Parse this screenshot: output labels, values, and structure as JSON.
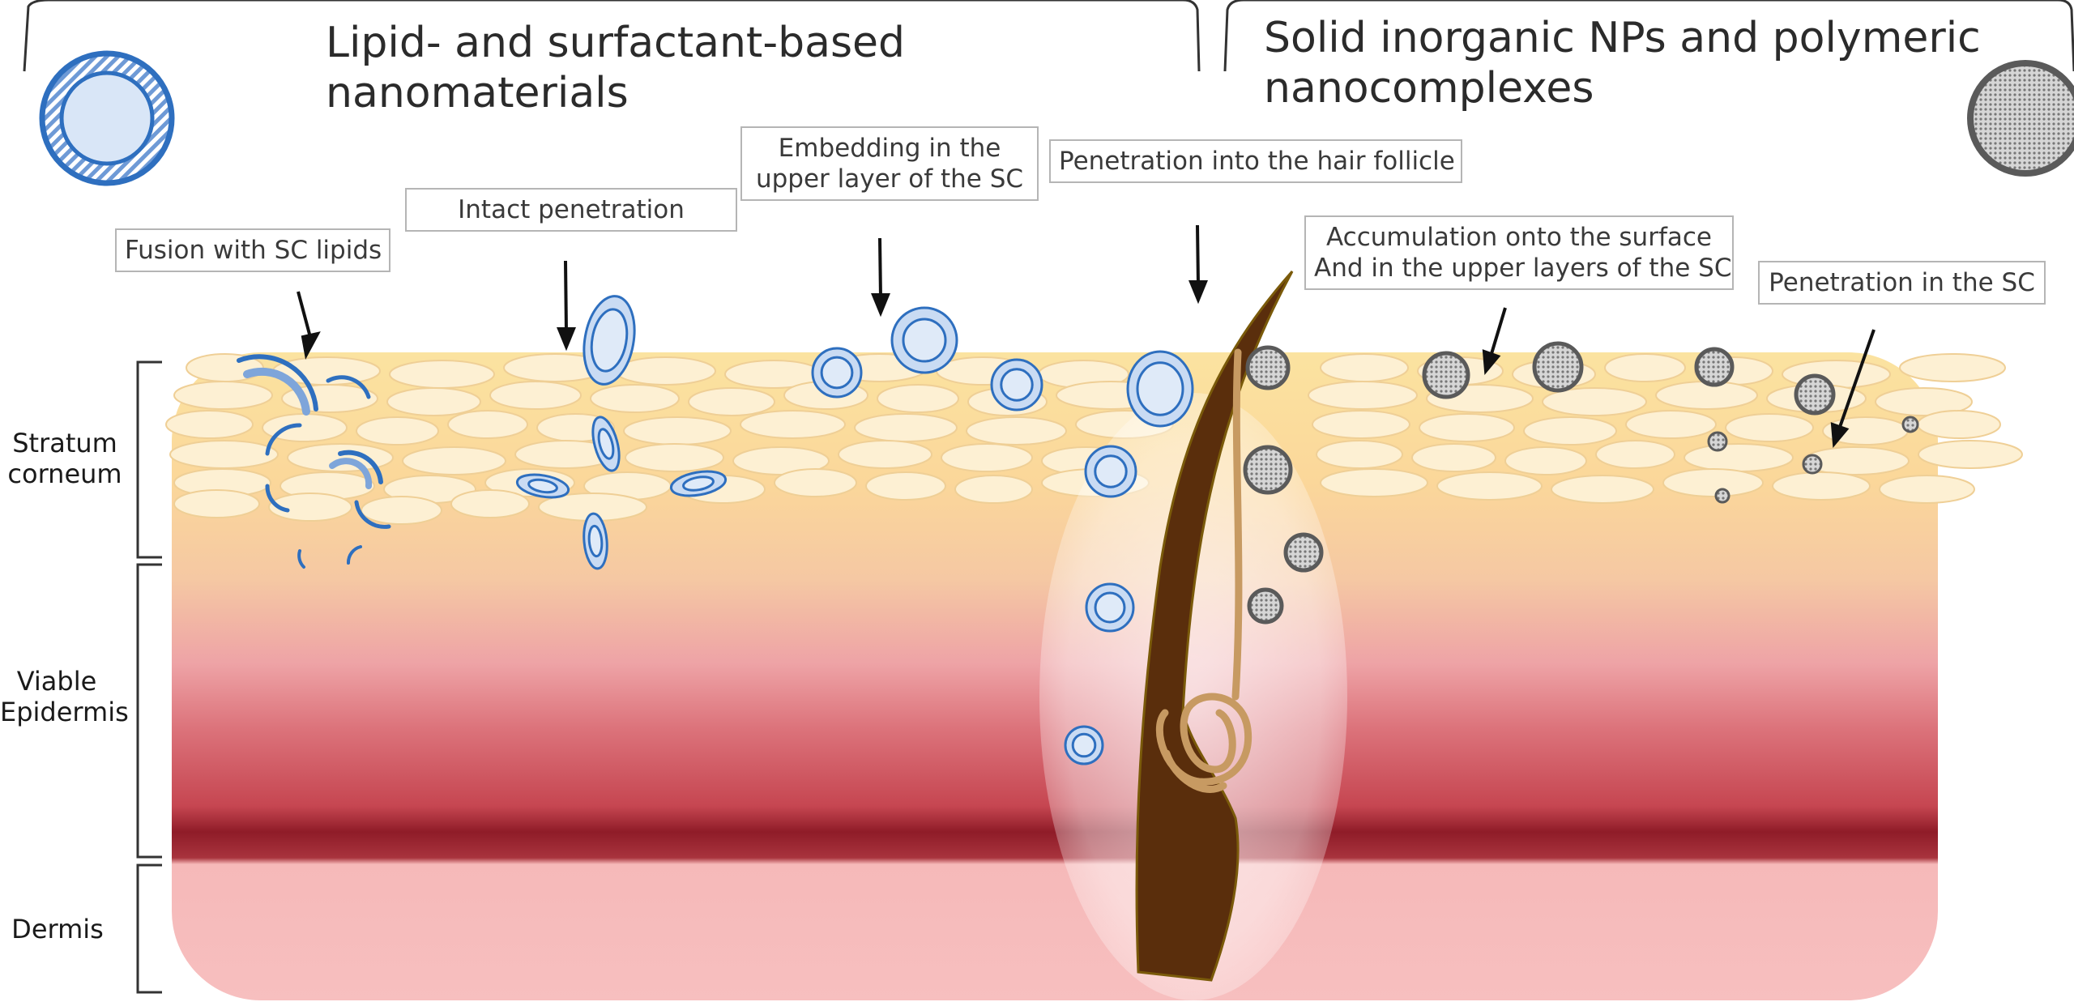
{
  "headers": {
    "left": {
      "line1": "Lipid- and surfactant-based",
      "line2": "nanomaterials"
    },
    "right": {
      "line1": "Solid inorganic NPs and polymeric",
      "line2": "nanocomplexes"
    }
  },
  "labels": {
    "fusion": "Fusion with SC lipids",
    "intact": "Intact penetration",
    "embedding_line1": "Embedding in the",
    "embedding_line2": "upper layer of the SC",
    "follicle": "Penetration into the hair follicle",
    "accumulation_line1": "Accumulation onto the surface",
    "accumulation_line2": "And in the upper layers of the SC",
    "penetration_sc": "Penetration in the SC"
  },
  "layers": {
    "stratum_corneum_line1": "Stratum",
    "stratum_corneum_line2": "corneum",
    "viable_epidermis_line1": "Viable",
    "viable_epidermis_line2": "Epidermis",
    "dermis": "Dermis"
  },
  "colors": {
    "lipid_blue": "#2e6fbf",
    "lipid_fill": "#d9e6f7",
    "inorganic_grey": "#5a5a5a",
    "hair": "#5a2e0c",
    "sc_yellow": "#fbe3a0",
    "epidermis_red": "#c0404a",
    "dermis_pink": "#f6b9b9"
  }
}
